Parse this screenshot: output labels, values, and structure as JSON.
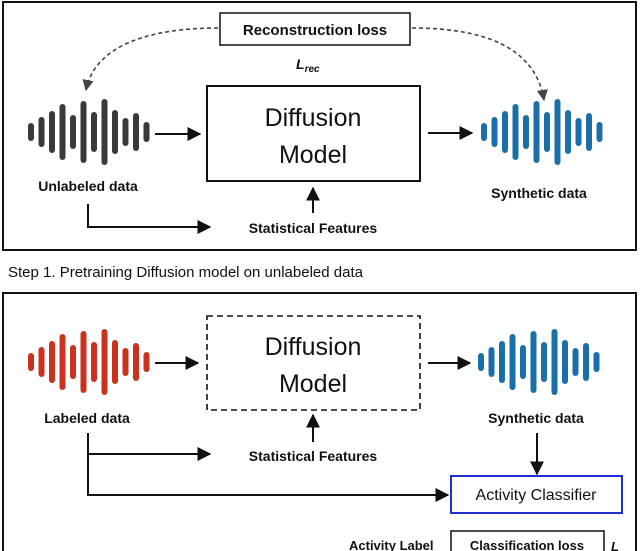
{
  "step1": {
    "loss_box_label": "Reconstruction loss",
    "loss_symbol": "L",
    "loss_symbol_sub": "rec",
    "model_line1": "Diffusion",
    "model_line2": "Model",
    "input_label": "Unlabeled data",
    "output_label": "Synthetic data",
    "features_label": "Statistical Features"
  },
  "step1_caption": "Step 1. Pretraining Diffusion model on unlabeled data",
  "step2": {
    "model_line1": "Diffusion",
    "model_line2": "Model",
    "input_label": "Labeled data",
    "output_label": "Synthetic data",
    "features_label": "Statistical Features",
    "classifier_label": "Activity Classifier",
    "activity_label": "Activity Label",
    "class_loss_label": "Classification loss",
    "class_loss_symbol": "L"
  },
  "colors": {
    "unlabeled": "#3a3a3a",
    "synthetic": "#1b6fa8",
    "labeled": "#c8321f",
    "classifier_border": "#1f2fd0"
  },
  "icons": {
    "waveform": "waveform-icon"
  }
}
